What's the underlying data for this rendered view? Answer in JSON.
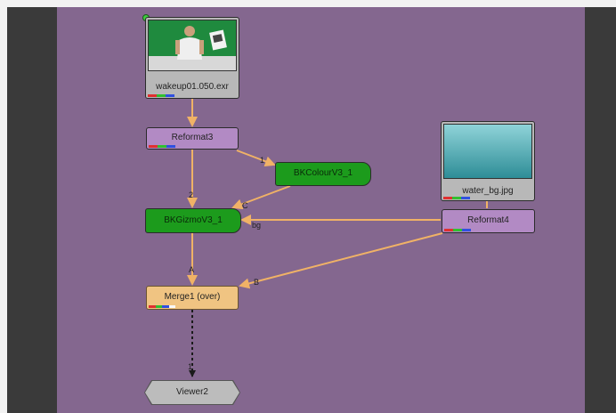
{
  "nodes": {
    "read_wakeup": {
      "label": "wakeup01.050.exr"
    },
    "reformat3": {
      "label": "Reformat3"
    },
    "colour": {
      "label": "BKColourV3_1"
    },
    "gizmo": {
      "label": "BKGizmoV3_1"
    },
    "read_water": {
      "label": "water_bg.jpg"
    },
    "reformat4": {
      "label": "Reformat4"
    },
    "merge": {
      "label": "Merge1 (over)"
    },
    "viewer": {
      "label": "Viewer2"
    }
  },
  "wire_labels": {
    "colour_in": "1",
    "gizmo_in_2": "2",
    "gizmo_in_c": "C",
    "gizmo_bg": "bg",
    "merge_a": "A",
    "merge_b": "B",
    "viewer_in": "1"
  },
  "colors": {
    "canvas": "#84678f",
    "wire": "#f0b266",
    "reformat": "#b28ac4",
    "gizmo": "#1c9b1c",
    "merge": "#f0c482"
  }
}
